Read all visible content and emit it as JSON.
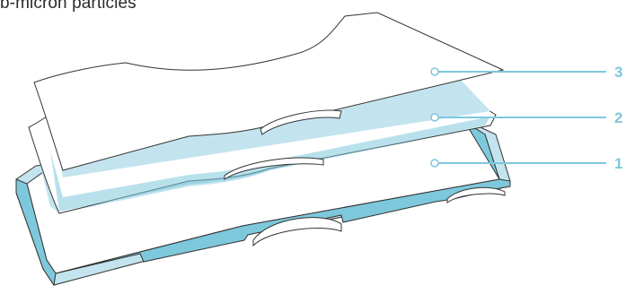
{
  "caption": "b-micron particles",
  "callouts": [
    {
      "label": "3"
    },
    {
      "label": "2"
    },
    {
      "label": "1"
    }
  ],
  "colors": {
    "accent": "#7ec8dc",
    "fill_light": "#c3e4ef",
    "outline": "#333333"
  }
}
